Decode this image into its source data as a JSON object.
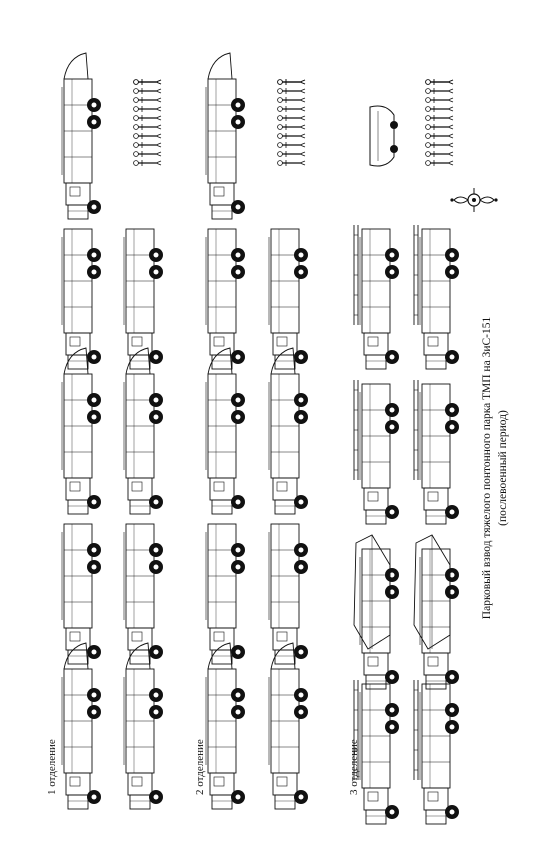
{
  "caption": {
    "line1": "Парковый взвод тяжелого понтонного парка ТМП на ЗиС-151",
    "line2": "(послевоенный период)"
  },
  "squads": [
    {
      "label": "1 отделение"
    },
    {
      "label": "2 отделение"
    },
    {
      "label": "3 отделение"
    }
  ],
  "icons": {
    "truck": "pontoon-truck-icon",
    "soldiers": "soldier-column-icon",
    "boat": "motorboat-icon",
    "emblem": "engineer-emblem-icon"
  },
  "colors": {
    "ink": "#111111",
    "paper": "#ffffff"
  }
}
